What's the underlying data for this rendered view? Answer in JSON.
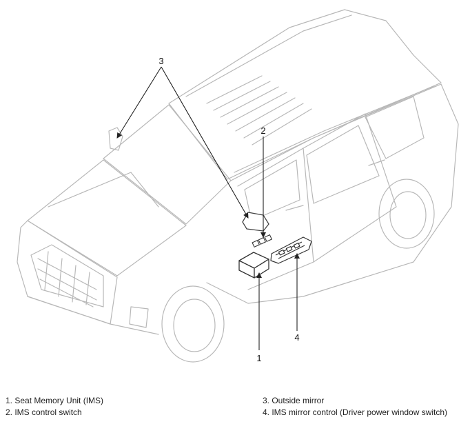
{
  "callouts": {
    "c1": "1",
    "c2": "2",
    "c3": "3",
    "c4": "4"
  },
  "legend": {
    "item1": "1. Seat Memory Unit (IMS)",
    "item2": "2. IMS control switch",
    "item3": "3. Outside mirror",
    "item4": "4. IMS mirror control (Driver power window switch)"
  },
  "colors": {
    "outline": "#b8b8b8",
    "leader": "#222222",
    "component": "#444444"
  }
}
